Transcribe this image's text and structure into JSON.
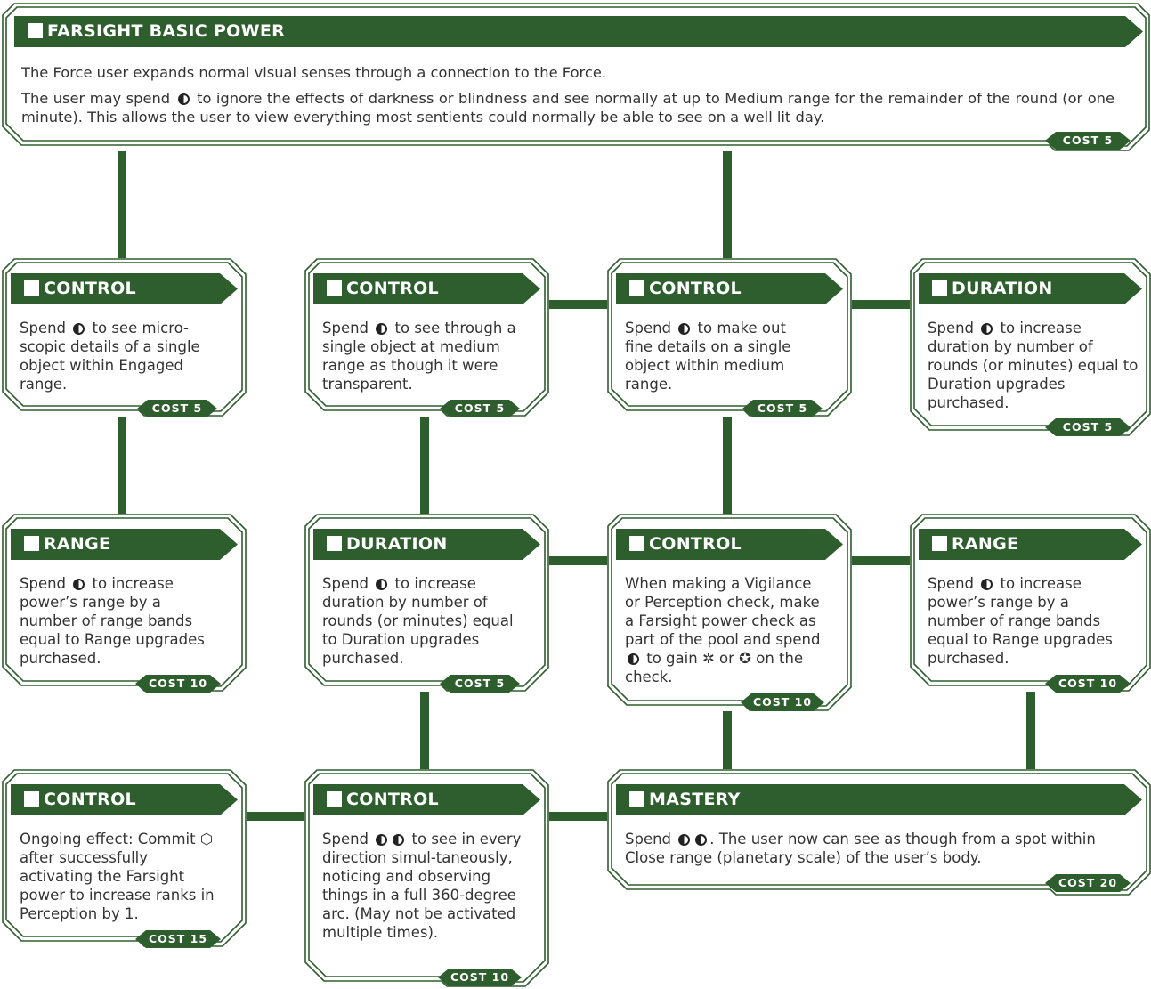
{
  "colors": {
    "accent": "#2e5d2e",
    "text": "#333333",
    "background": "#ffffff"
  },
  "icons": {
    "force_point": "half-filled-circle-icon",
    "advantage": "advantage-icon",
    "triumph": "triumph-icon",
    "force_die": "hexagon-icon"
  },
  "top": {
    "title": "FARSIGHT BASIC POWER",
    "p1": "The Force user expands normal visual senses through a connection to the Force.",
    "p2a": "The user may spend",
    "p2b": "to ignore the effects of darkness or blindness and see normally at up to Medium range for the remainder of the round (or one minute). This allows the user to view everything most sentients could normally be able to see on a well lit day.",
    "cost": "COST 5"
  },
  "cards": {
    "r1c1": {
      "title": "CONTROL",
      "pre": "Spend",
      "post": "to see micro-scopic details of a single object within Engaged range.",
      "cost": "COST 5"
    },
    "r1c2": {
      "title": "CONTROL",
      "pre": "Spend",
      "post": "to see through a single object at medium range as though it were transparent.",
      "cost": "COST 5"
    },
    "r1c3": {
      "title": "CONTROL",
      "pre": "Spend",
      "post": "to make out fine details on a single object within medium range.",
      "cost": "COST 5"
    },
    "r1c4": {
      "title": "DURATION",
      "pre": "Spend",
      "post": "to increase duration by number of rounds (or minutes) equal to Duration upgrades purchased.",
      "cost": "COST 5"
    },
    "r2c1": {
      "title": "RANGE",
      "pre": "Spend",
      "post": "to increase power’s range by a number of range bands equal to Range upgrades purchased.",
      "cost": "COST 10"
    },
    "r2c2": {
      "title": "DURATION",
      "pre": "Spend",
      "post": "to increase duration by number of rounds (or minutes) equal to Duration upgrades purchased.",
      "cost": "COST 5"
    },
    "r2c3": {
      "title": "CONTROL",
      "pre": "When making a Vigilance or Perception check, make a Farsight power check as part of the pool and spend",
      "mid": "to gain",
      "or": "or",
      "post": "on the check.",
      "cost": "COST 10"
    },
    "r2c4": {
      "title": "RANGE",
      "pre": "Spend",
      "post": "to increase power’s range by a number of range bands equal to Range upgrades purchased.",
      "cost": "COST 10"
    },
    "r3c1": {
      "title": "CONTROL",
      "pre": "Ongoing effect: Commit",
      "post": "after successfully activating the Farsight power to increase ranks in Perception by 1.",
      "cost": "COST 15"
    },
    "r3c2": {
      "title": "CONTROL",
      "pre": "Spend",
      "post": "to see in every direction simul-taneously, noticing and observing things in a full 360-degree arc. (May not be activated multiple times).",
      "cost": "COST 10"
    },
    "r3c3": {
      "title": "MASTERY",
      "pre": "Spend",
      "post": ". The user now can see as though from a spot within Close range (planetary scale) of the user’s body.",
      "cost": "COST 20"
    }
  }
}
